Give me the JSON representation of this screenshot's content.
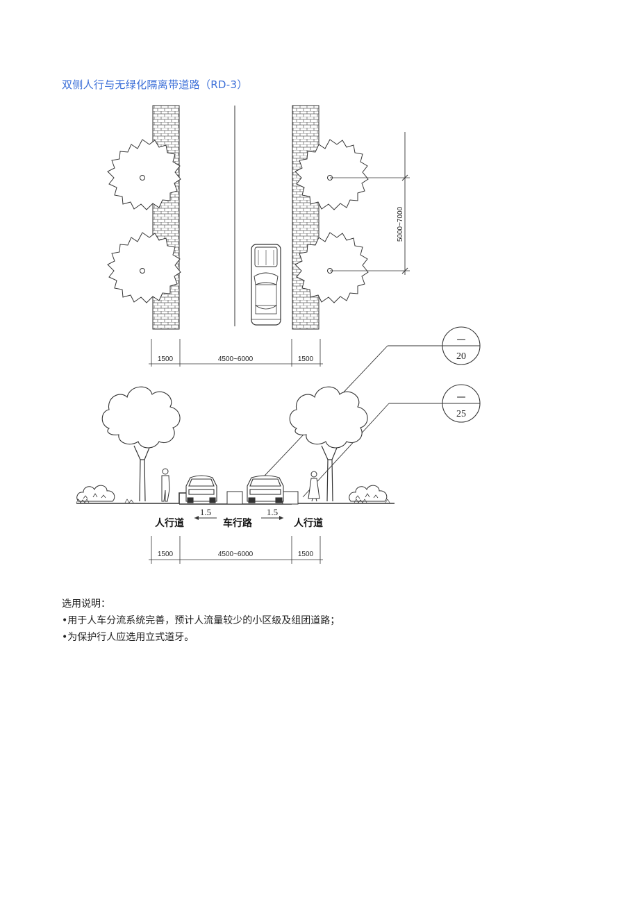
{
  "title": "双侧人行与无绿化隔离带道路（RD-3）",
  "plan_view": {
    "dim_tree_spacing": "5000~7000",
    "dim_sidewalk_left": "1500",
    "dim_roadway": "4500~6000",
    "dim_sidewalk_right": "1500"
  },
  "section_view": {
    "callout_top": {
      "upper": "一",
      "lower": "20"
    },
    "callout_bottom": {
      "upper": "一",
      "lower": "25"
    },
    "slope_left": "1.5",
    "slope_right": "1.5",
    "label_sidewalk_left": "人行道",
    "label_roadway": "车行路",
    "label_sidewalk_right": "人行道",
    "dim_sidewalk_left": "1500",
    "dim_roadway": "4500~6000",
    "dim_sidewalk_right": "1500"
  },
  "notes": {
    "heading": "选用说明：",
    "items": [
      "•用于人车分流系统完善，预计人流量较少的小区级及组团道路；",
      "•为保护行人应选用立式道牙。"
    ]
  }
}
